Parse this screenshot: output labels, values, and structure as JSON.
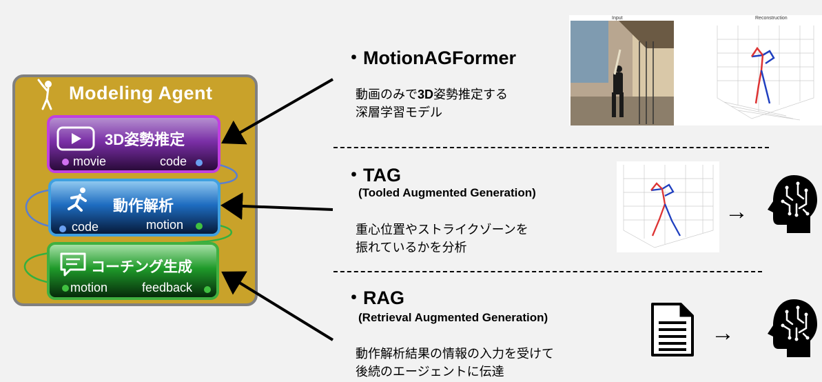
{
  "agent": {
    "title": "Modeling Agent",
    "modules": [
      {
        "title": "3D姿勢推定",
        "in_port": "movie",
        "out_port": "code"
      },
      {
        "title": "動作解析",
        "in_port": "code",
        "out_port": "motion"
      },
      {
        "title": "コーチング生成",
        "in_port": "motion",
        "out_port": "feedback"
      }
    ]
  },
  "sections": [
    {
      "bullet": "・",
      "title": "MotionAGFormer",
      "desc_line1_pre": "動画のみで",
      "desc_line1_bold": "3D",
      "desc_line1_post": "姿勢推定する",
      "desc_line2": "深層学習モデル"
    },
    {
      "bullet": "・",
      "title": "TAG",
      "subtitle": "(Tooled Augmented Generation)",
      "desc_line1": "重心位置やストライクゾーンを",
      "desc_line2": "振れているかを分析"
    },
    {
      "bullet": "・",
      "title": "RAG",
      "subtitle": "(Retrieval Augmented Generation)",
      "desc_line1": "動作解析結果の情報の入力を受けて",
      "desc_line2": "後続のエージェントに伝達"
    }
  ],
  "figure": {
    "input_label": "Input",
    "reconstruction_label": "Reconstruction"
  },
  "arrows": {
    "right_arrow": "→"
  },
  "colors": {
    "panel": "#c9a22a",
    "pose": "#7a2fa6",
    "motion": "#1e6cc0",
    "coach": "#1f9a2a"
  }
}
